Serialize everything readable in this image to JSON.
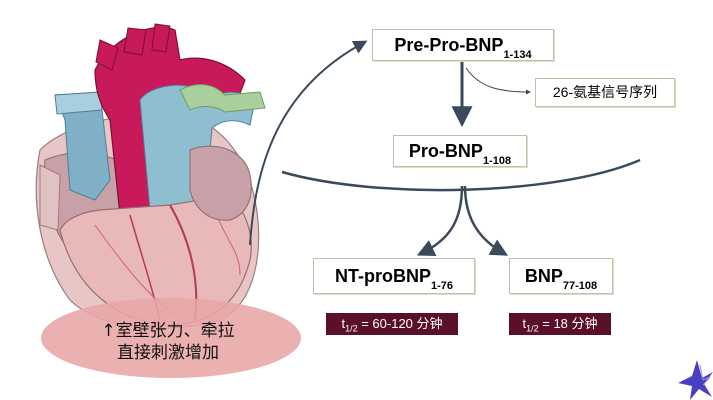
{
  "labels": {
    "pre_pro_bnp": {
      "main": "Pre-Pro-BNP",
      "sub": "1-134"
    },
    "signal_peptide": "26-氨基信号序列",
    "pro_bnp": {
      "main": "Pro-BNP",
      "sub": "1-108"
    },
    "nt_pro_bnp": {
      "main": "NT-proBNP",
      "sub": "1-76"
    },
    "bnp": {
      "main": "BNP",
      "sub": "77-108"
    },
    "nt_half_life": {
      "prefix": "t",
      "sub": "1/2",
      "value": " = 60-120 分钟"
    },
    "bnp_half_life": {
      "prefix": "t",
      "sub": "1/2",
      "value": " = 18 分钟"
    },
    "stimulus_line1": "↑室壁张力、牵拉",
    "stimulus_line2": "直接刺激增加"
  },
  "colors": {
    "heart_red": "#c8195a",
    "vessel_blue": "#7fb0c8",
    "vessel_green": "#a9cf9c",
    "halflife_box": "#5a0f2a",
    "oval": "#e8a6a6",
    "arrow": "#3a4a5a"
  },
  "icons": {
    "corner": "sparkle-star-icon",
    "heart": "heart-illustration"
  }
}
